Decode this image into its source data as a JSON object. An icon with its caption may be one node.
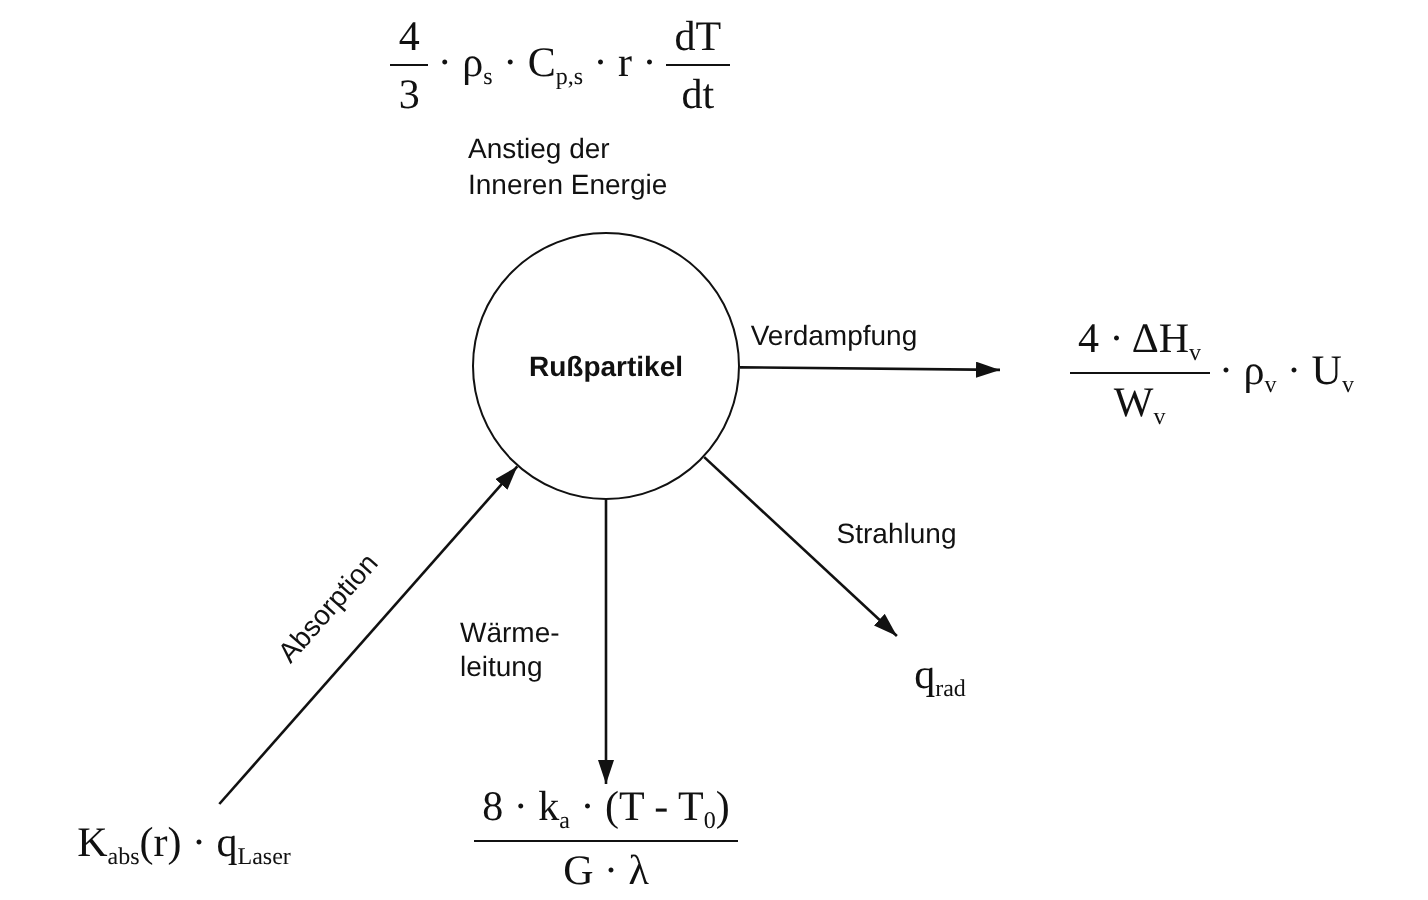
{
  "diagram": {
    "nodes": [
      {
        "text": [
          "Rußpartikel"
        ]
      },
      {
        "text": [
          "4 · ΔH$_{v}$",
          "W$_{v}$",
          "· ρ$_{v}$ · U$_{v}$"
        ]
      },
      {
        "text": [
          "q$_{rad}$"
        ]
      },
      {
        "text": [
          "8 · k$_{a}$ · (T - T$_{0}$)",
          "G · λ"
        ]
      },
      {
        "text": [
          "K$_{abs}$(r) · q$_{Laser}$"
        ]
      }
    ],
    "edges": [
      {
        "from": 0,
        "to": 1,
        "arrow": "to",
        "label": "Verdampfung"
      },
      {
        "from": 0,
        "to": 2,
        "arrow": "to",
        "label": "Strahlung"
      },
      {
        "from": 0,
        "to": 3,
        "arrow": "to",
        "label": "Wärme- leitung"
      },
      {
        "from": 4,
        "to": 0,
        "arrow": "to",
        "label": "Absorption"
      }
    ],
    "labels": [
      "4",
      "3",
      "· ρ$_{s}$ · C$_{p,s}$ · r ·",
      "dT",
      "dt",
      "Anstieg der Inneren Energie"
    ]
  }
}
